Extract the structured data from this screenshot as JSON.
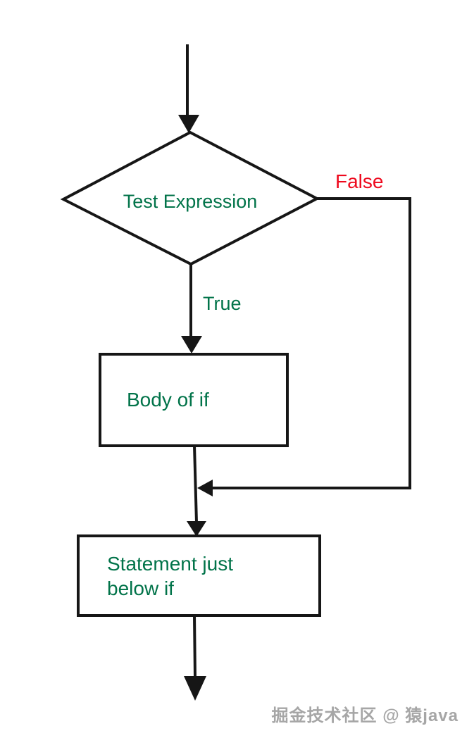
{
  "diagram": {
    "type": "flowchart",
    "topic": "if statement control flow",
    "nodes": {
      "decision": {
        "shape": "diamond",
        "label": "Test Expression"
      },
      "body": {
        "shape": "rectangle",
        "label": "Body of if"
      },
      "statement": {
        "shape": "rectangle",
        "label_line1": "Statement just",
        "label_line2": "below if"
      }
    },
    "edges": {
      "true_label": "True",
      "false_label": "False"
    },
    "colors": {
      "node_text_green": "#017349",
      "false_text_red": "#ee0a1e",
      "line_black": "#161616",
      "background": "#ffffff"
    }
  },
  "watermark": {
    "text": "掘金技术社区 @ 猿java"
  }
}
